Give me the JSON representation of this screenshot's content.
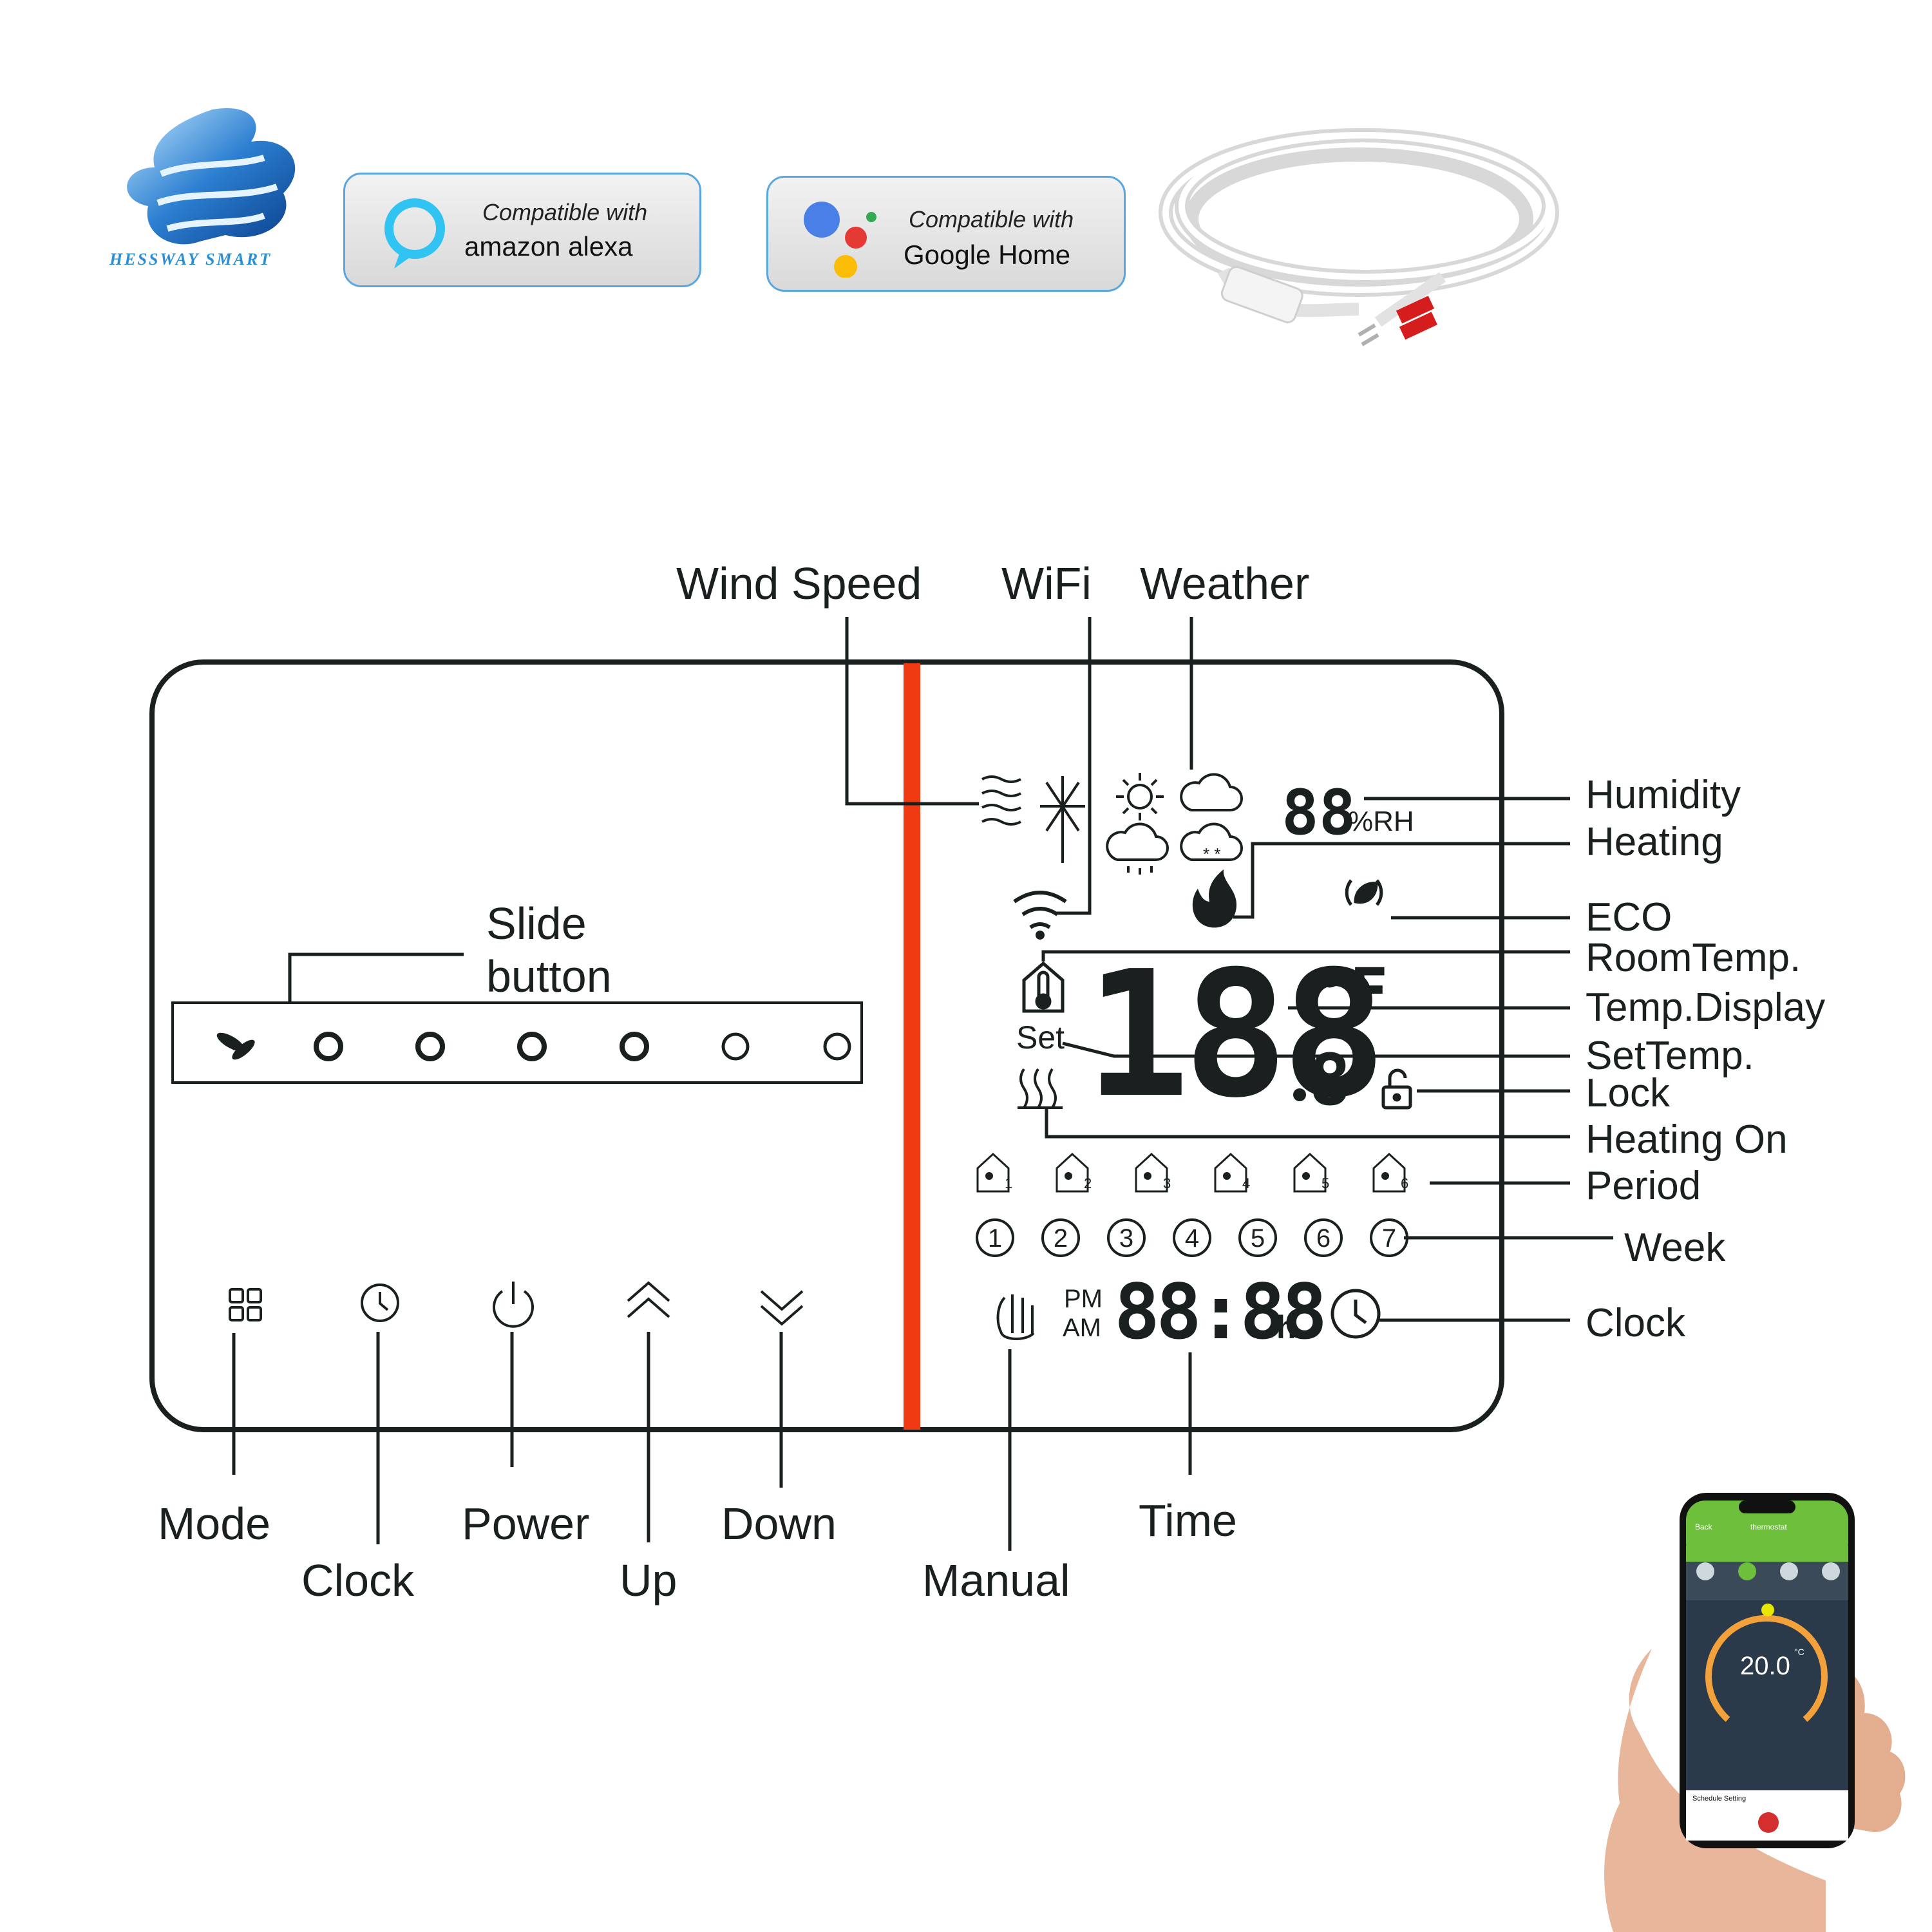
{
  "brand": {
    "name": "HESSWAY SMART"
  },
  "badges": {
    "alexa": {
      "line1": "Compatible with",
      "line2": "amazon alexa"
    },
    "google": {
      "line1": "Compatible with",
      "line2": "Google Home"
    }
  },
  "labels": {
    "wind_speed": "Wind Speed",
    "wifi": "WiFi",
    "weather": "Weather",
    "humidity": "Humidity",
    "heating": "Heating",
    "eco": "ECO",
    "room_temp": "RoomTemp.",
    "temp_display": "Temp.Display",
    "set_temp": "SetTemp.",
    "lock": "Lock",
    "heating_on": "Heating On",
    "period": "Period",
    "week": "Week",
    "clock_right": "Clock",
    "slide_line1": "Slide",
    "slide_line2": "button",
    "mode": "Mode",
    "clock_bottom": "Clock",
    "power": "Power",
    "up": "Up",
    "down": "Down",
    "manual": "Manual",
    "time": "Time"
  },
  "lcd": {
    "humidity_digits": "88",
    "humidity_unit": "%RH",
    "temp_digits": "188",
    "temp_decimal": "8",
    "temp_unit": "°F",
    "set_text": "Set",
    "pm": "PM",
    "am": "AM",
    "time_digits": "88:88",
    "time_unit": "h",
    "week_days": [
      "1",
      "2",
      "3",
      "4",
      "5",
      "6",
      "7"
    ],
    "periods": [
      "1",
      "2",
      "3",
      "4",
      "5",
      "6"
    ]
  },
  "phone": {
    "back": "Back",
    "title": "thermostat",
    "temperature": "20.0",
    "unit": "°C",
    "schedule": "Schedule Setting"
  },
  "colors": {
    "divider": "#ef3a12",
    "badge_border": "#5aa7e0",
    "app_green": "#6dbf3c",
    "dial_orange": "#f3a23b",
    "outline": "#1a1f1f"
  },
  "icons": {
    "logo": "hessway-logo-icon",
    "alexa": "alexa-ring-icon",
    "google": "google-assistant-icon",
    "sensor": "sensor-cable-icon"
  }
}
